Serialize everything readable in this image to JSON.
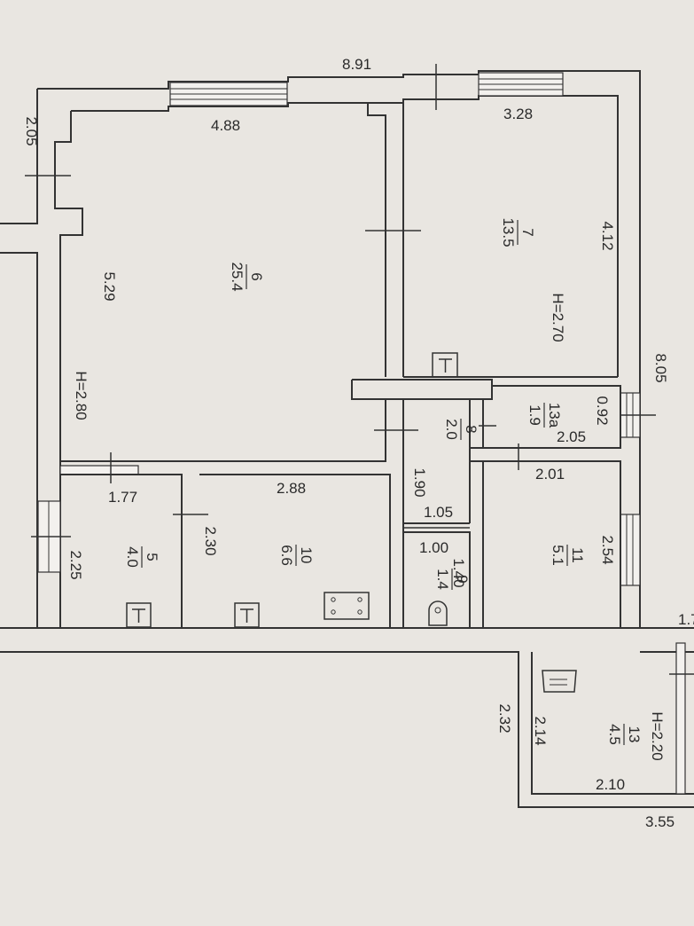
{
  "colors": {
    "paper": "#e9e6e1",
    "ink": "#2a2a2a"
  },
  "dimensions": {
    "top_total": "8.91",
    "left_top": "2.05",
    "room6_width": "4.88",
    "room6_length": "5.29",
    "room7_width": "3.28",
    "room7_length": "4.12",
    "right_total": "8.05",
    "r13a_a": "0.92",
    "r13a_b": "2.05",
    "r8_len": "1.90",
    "r11_top": "2.01",
    "r11_side": "2.54",
    "r5_top": "1.77",
    "r5_side": "2.25",
    "r10_top": "2.88",
    "r10_side": "2.30",
    "r9_top": "1.05",
    "r9_w": "1.00",
    "r9_h": "1.40",
    "ext_left": "2.32",
    "r13_side": "2.14",
    "r13_bottom": "2.10",
    "ext_bottom": "3.55",
    "ext_top_cut": "1.7"
  },
  "heights": {
    "room6": "H=2.80",
    "room7": "H=2.70",
    "room13": "H=2.20"
  },
  "rooms": [
    {
      "no": "6",
      "area": "25.4"
    },
    {
      "no": "7",
      "area": "13.5"
    },
    {
      "no": "8",
      "area": "2.0"
    },
    {
      "no": "13a",
      "area": "1.9"
    },
    {
      "no": "11",
      "area": "5.1"
    },
    {
      "no": "10",
      "area": "6.6"
    },
    {
      "no": "5",
      "area": "4.0"
    },
    {
      "no": "9",
      "area": "1.4"
    },
    {
      "no": "13",
      "area": "4.5"
    }
  ],
  "icons": [
    "stove-icon",
    "toilet-icon",
    "riser-icon",
    "sink-icon"
  ]
}
